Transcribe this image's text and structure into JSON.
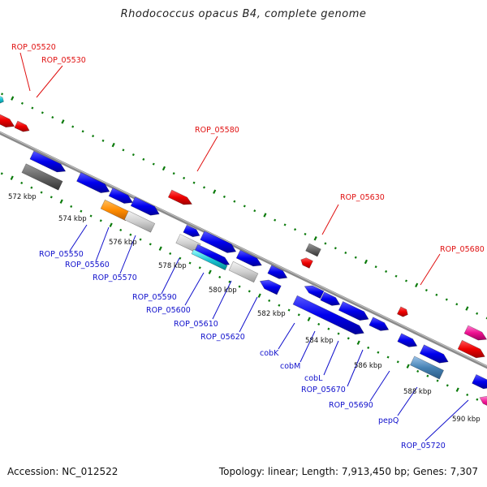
{
  "title": "Rhodococcus opacus B4, complete genome",
  "footer": {
    "accession": "Accession: NC_012522",
    "topology": "Topology: linear; Length: 7,913,450 bp; Genes: 7,307"
  },
  "ticks": [
    "572 kbp",
    "574 kbp",
    "576 kbp",
    "578 kbp",
    "580 kbp",
    "582 kbp",
    "584 kbp",
    "586 kbp",
    "588 kbp",
    "590 kbp"
  ],
  "labels_forward": [
    "ROP_05520",
    "ROP_05530",
    "ROP_05580",
    "ROP_05630",
    "ROP_05680"
  ],
  "labels_reverse": [
    "ROP_05550",
    "ROP_05560",
    "ROP_05570",
    "ROP_05590",
    "ROP_05600",
    "ROP_05610",
    "ROP_05620",
    "cobK",
    "cobM",
    "cobL",
    "ROP_05670",
    "ROP_05690",
    "pepQ",
    "ROP_05720"
  ],
  "colors": {
    "forward_gene": "#ff0000",
    "reverse_gene": "#0000ee",
    "backbone": "#888888",
    "dots": "#0a7a0a"
  }
}
